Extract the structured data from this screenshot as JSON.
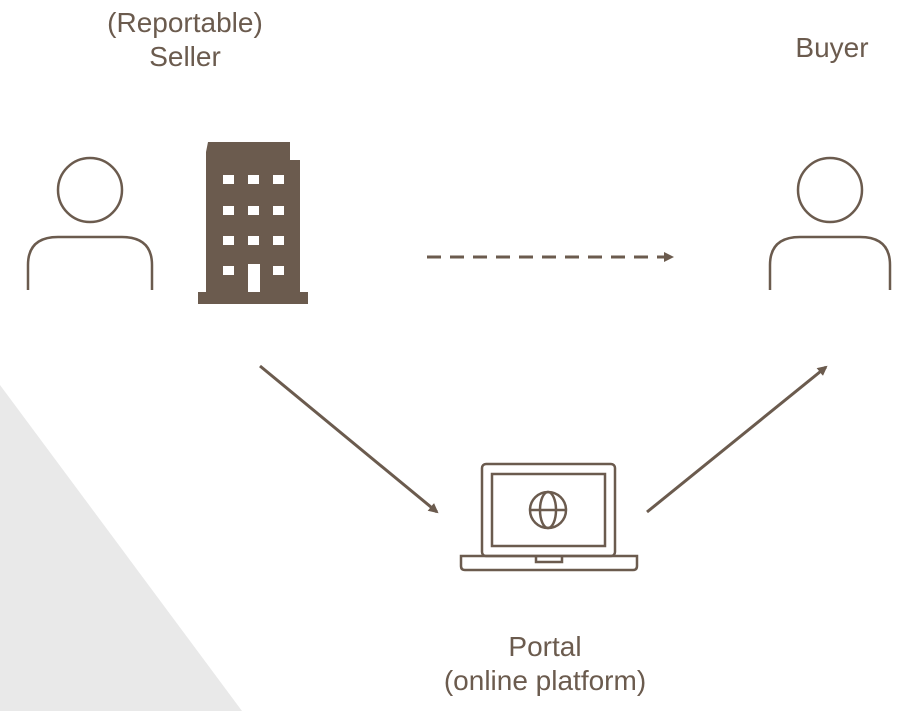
{
  "colors": {
    "icon": "#6b5b4e",
    "text": "#6b5b4e",
    "background_shape": "#e9e9e9",
    "background": "#ffffff"
  },
  "labels": {
    "seller_line1": "(Reportable)",
    "seller_line2": "Seller",
    "buyer": "Buyer",
    "portal_line1": "Portal",
    "portal_line2": "(online platform)"
  },
  "icons": {
    "seller_person": "person-icon",
    "seller_company": "office-building-icon",
    "buyer_person": "person-icon",
    "portal": "laptop-globe-icon"
  },
  "edges": [
    {
      "from": "seller",
      "to": "buyer",
      "style": "dashed"
    },
    {
      "from": "seller",
      "to": "portal",
      "style": "solid"
    },
    {
      "from": "portal",
      "to": "buyer",
      "style": "solid"
    }
  ]
}
